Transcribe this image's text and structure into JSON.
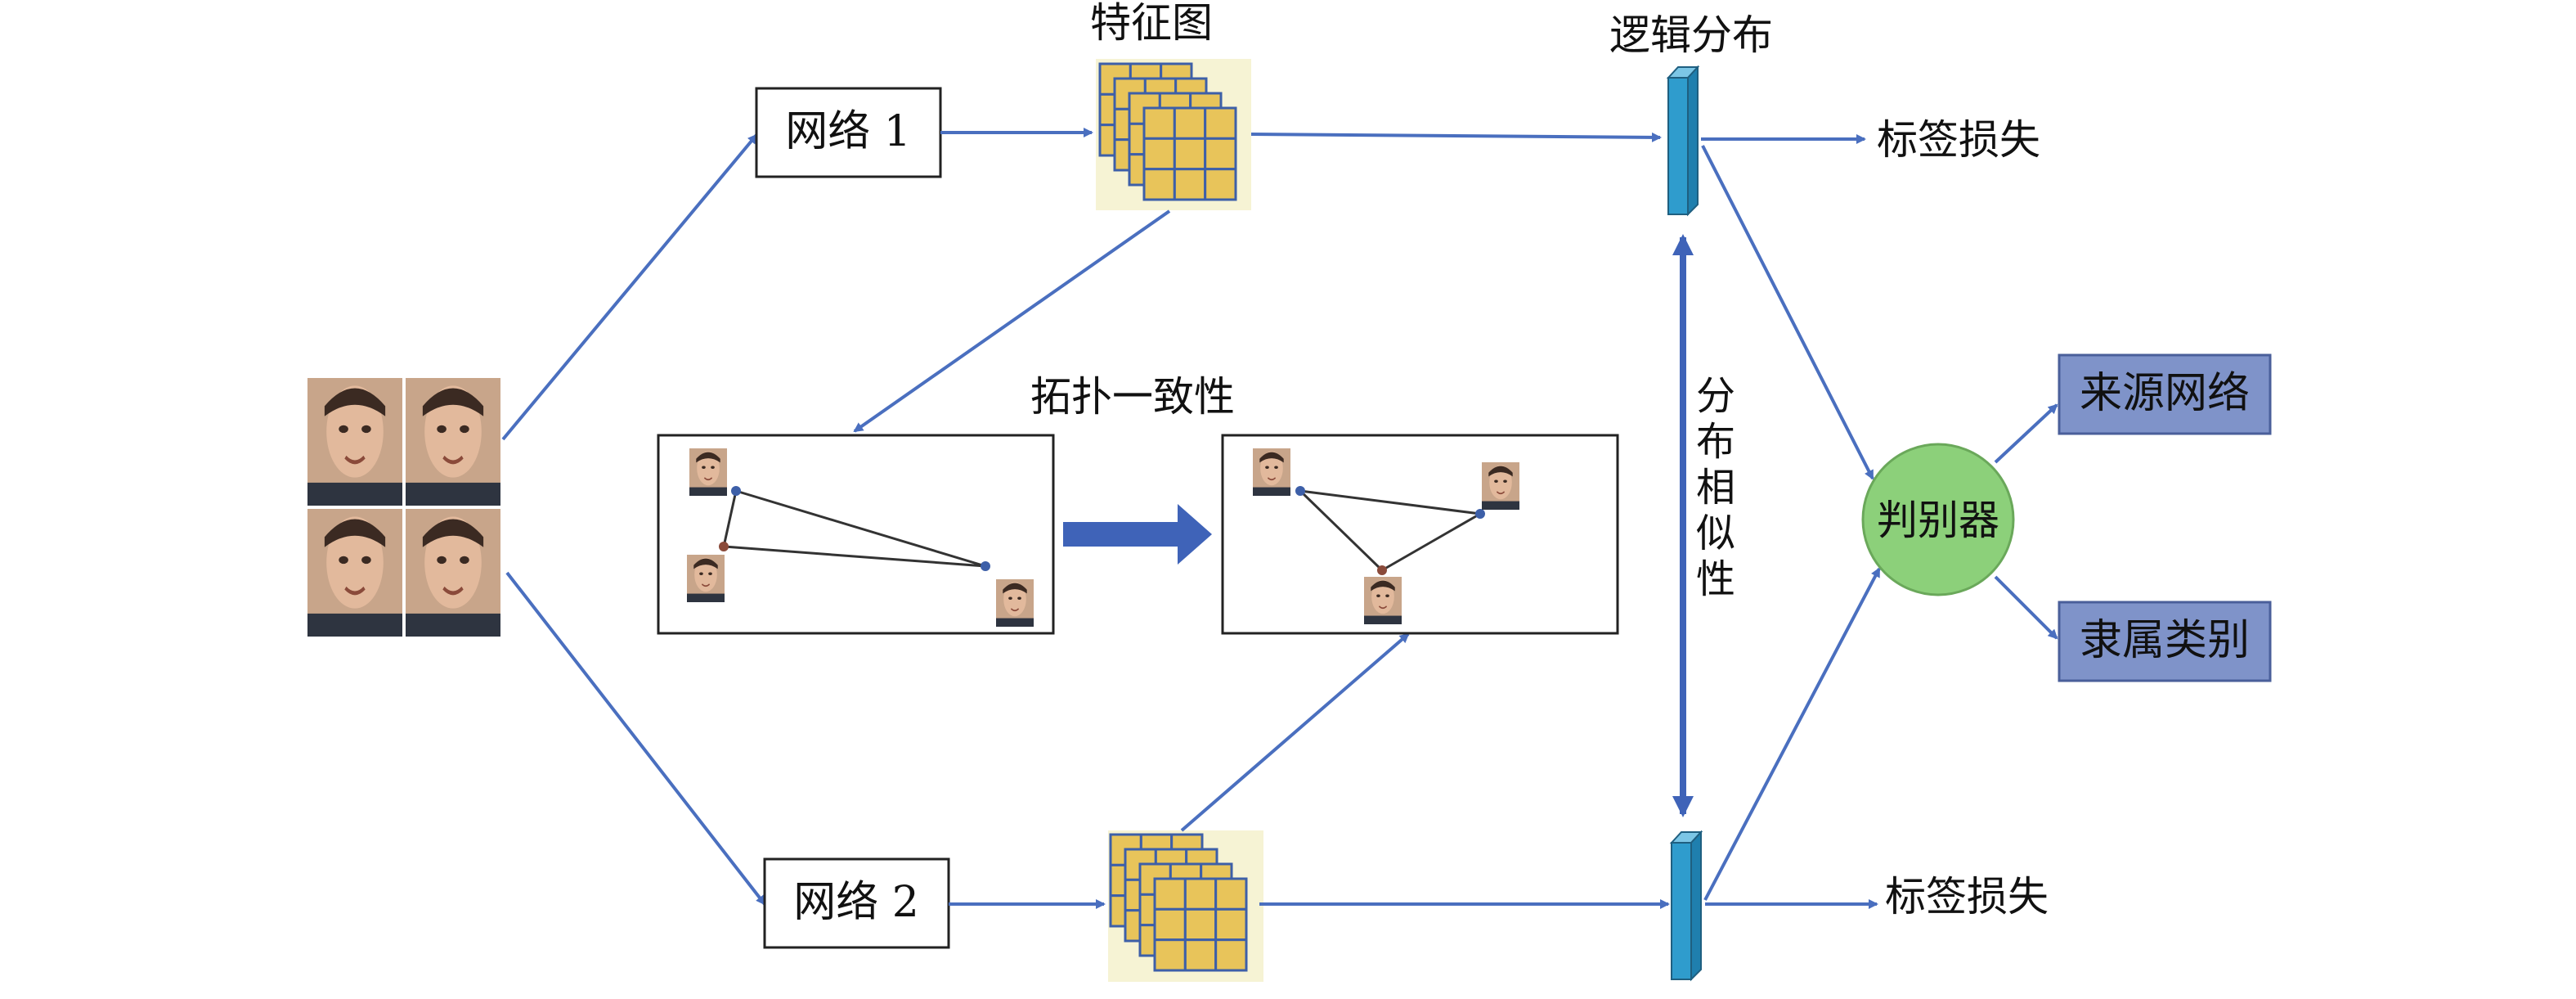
{
  "labels": {
    "feature_map": "特征图",
    "logit_distribution": "逻辑分布",
    "network1": "网络 1",
    "network2": "网络 2",
    "label_loss_top": "标签损失",
    "label_loss_bottom": "标签损失",
    "topology_consistency": "拓扑一致性",
    "distribution_similarity": [
      "分",
      "布",
      "相",
      "似",
      "性"
    ],
    "discriminator": "判别器",
    "source_network": "来源网络",
    "belonging_class": "隶属类别"
  },
  "colors": {
    "arrow": "#4a6fbf",
    "feature_cell": "#e8c45a",
    "feature_grid": "#3d5fa8",
    "feature_bg": "#f6f3d4",
    "logit_bar": "#2f9ccd",
    "discriminator_fill": "#8cd07a",
    "output_box_fill": "#7f93c9",
    "big_arrow": "#3f63b8"
  },
  "icons": {
    "face_thumbnail": "face-photo-icon"
  }
}
